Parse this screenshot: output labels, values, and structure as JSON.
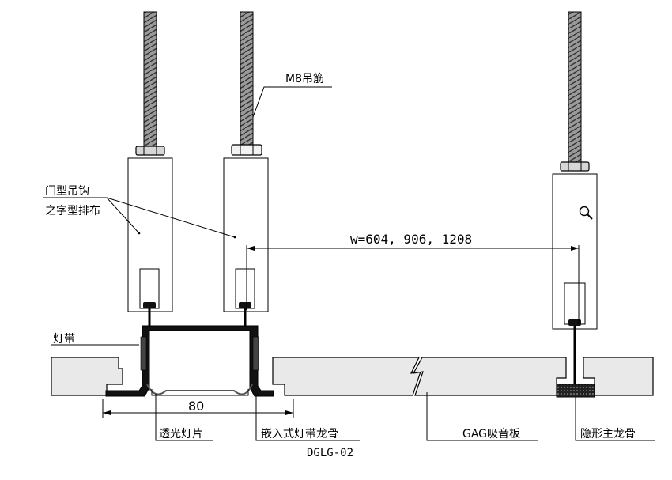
{
  "labels": {
    "rod": "M8吊筋",
    "hook_line1": "门型吊钩",
    "hook_line2": "之字型排布",
    "light_strip": "灯带",
    "diffuser": "透光灯片",
    "light_keel": "嵌入式灯带龙骨",
    "light_keel_code": "DGLG-02",
    "panel": "GAG吸音板",
    "main_keel": "隐形主龙骨"
  },
  "dimensions": {
    "w": "w=604, 906, 1208",
    "light_width": "80"
  },
  "icons": {
    "zoom": "magnifier-icon"
  },
  "colors": {
    "line": "#000000",
    "panel_fill": "#e9e9e9",
    "rod_fill": "#8a8a8a",
    "nut_fill": "#d8d8d8"
  }
}
